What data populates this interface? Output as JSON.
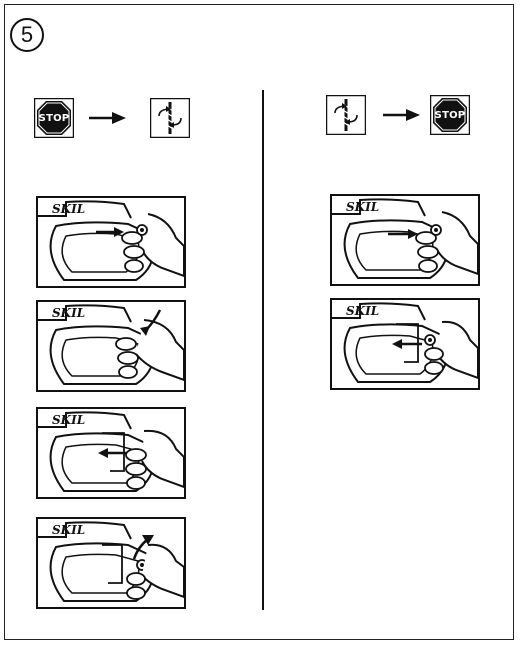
{
  "step": {
    "number": "5"
  },
  "left_sequence": {
    "from_label": "STOP"
  },
  "right_sequence": {
    "to_label": "STOP"
  },
  "brand": "SKIL",
  "icons": {
    "stop": "stop-octagon-icon",
    "arrow": "right-arrow-icon",
    "drill": "rotating-drill-bit-icon"
  },
  "left_panels": [
    {
      "action": "press-lock-button"
    },
    {
      "action": "squeeze-trigger"
    },
    {
      "action": "release-trigger"
    },
    {
      "action": "trigger-spring-back"
    }
  ],
  "right_panels": [
    {
      "action": "press-lock-button"
    },
    {
      "action": "release-lock"
    }
  ]
}
